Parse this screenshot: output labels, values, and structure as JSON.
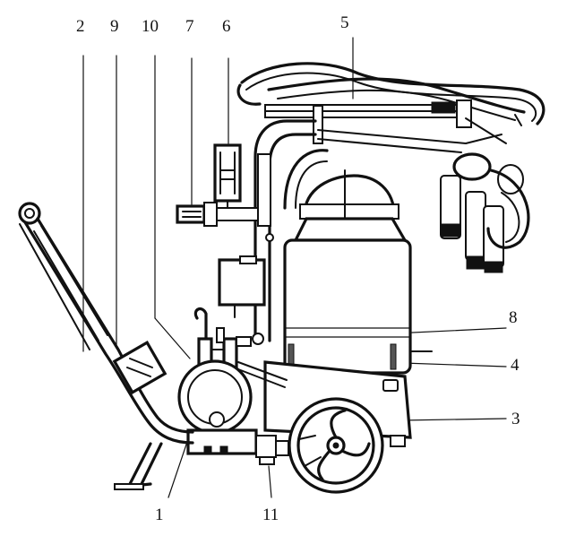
{
  "figure": {
    "callouts": [
      {
        "id": "c2",
        "label": "2"
      },
      {
        "id": "c9",
        "label": "9"
      },
      {
        "id": "c10",
        "label": "10"
      },
      {
        "id": "c7",
        "label": "7"
      },
      {
        "id": "c6",
        "label": "6"
      },
      {
        "id": "c5",
        "label": "5"
      },
      {
        "id": "c8",
        "label": "8"
      },
      {
        "id": "c4",
        "label": "4"
      },
      {
        "id": "c3",
        "label": "3"
      },
      {
        "id": "c1",
        "label": "1"
      },
      {
        "id": "c11",
        "label": "11"
      }
    ]
  }
}
